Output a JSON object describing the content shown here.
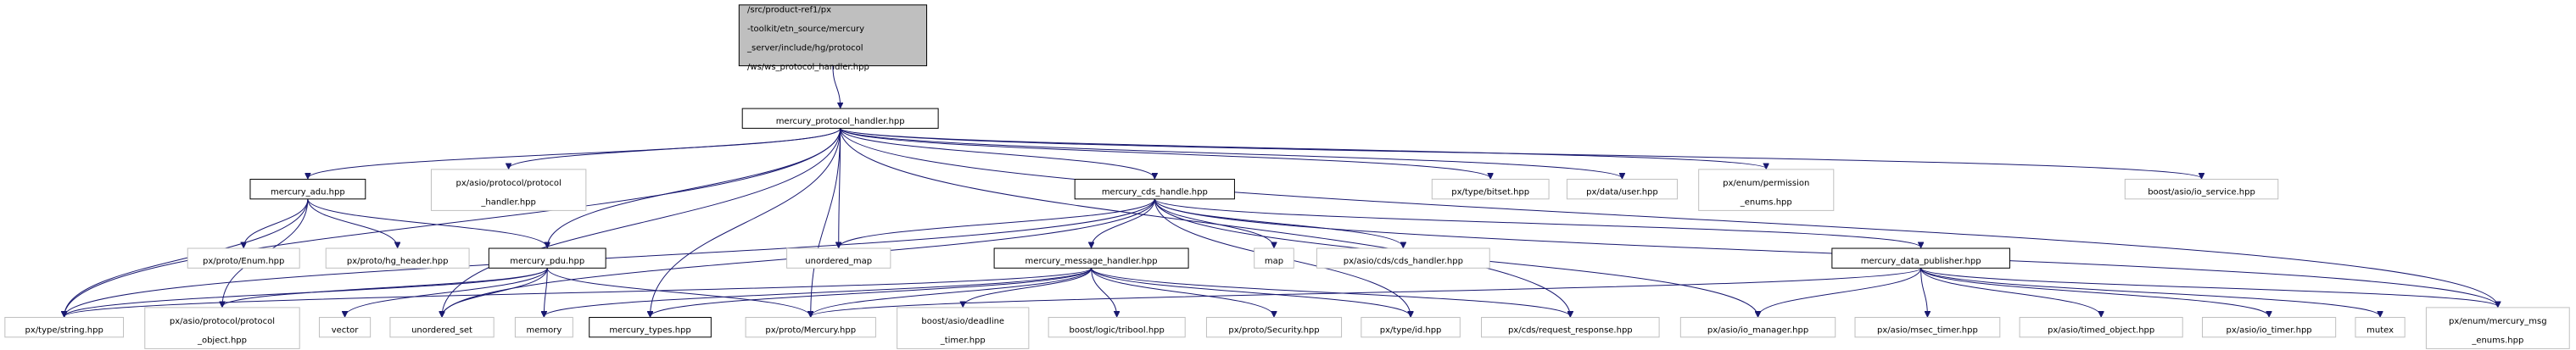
{
  "colors": {
    "edge": "#191970",
    "root_fill": "#bfbfbf",
    "root_stroke": "#000000",
    "documented_stroke": "#000000",
    "external_stroke": "#bfbfbf",
    "text": "#000000"
  },
  "nodes": [
    {
      "id": "root",
      "kind": "root",
      "lines": [
        "/src/product-ref1/px",
        "-toolkit/etn_source/mercury",
        "_server/include/hg/protocol",
        "/ws/ws_protocol_handler.hpp"
      ]
    },
    {
      "id": "mph",
      "kind": "documented",
      "lines": [
        "mercury_protocol_handler.hpp"
      ]
    },
    {
      "id": "adu",
      "kind": "documented",
      "lines": [
        "mercury_adu.hpp"
      ]
    },
    {
      "id": "asio_protocol_handler",
      "kind": "external",
      "lines": [
        "px/asio/protocol/protocol",
        "_handler.hpp"
      ]
    },
    {
      "id": "cds_handle",
      "kind": "documented",
      "lines": [
        "mercury_cds_handle.hpp"
      ]
    },
    {
      "id": "bitset",
      "kind": "external",
      "lines": [
        "px/type/bitset.hpp"
      ]
    },
    {
      "id": "user",
      "kind": "external",
      "lines": [
        "px/data/user.hpp"
      ]
    },
    {
      "id": "perm_enums",
      "kind": "external",
      "lines": [
        "px/enum/permission",
        "_enums.hpp"
      ]
    },
    {
      "id": "io_service",
      "kind": "external",
      "lines": [
        "boost/asio/io_service.hpp"
      ]
    },
    {
      "id": "proto_enum",
      "kind": "external",
      "lines": [
        "px/proto/Enum.hpp"
      ]
    },
    {
      "id": "hg_header",
      "kind": "external",
      "lines": [
        "px/proto/hg_header.hpp"
      ]
    },
    {
      "id": "pdu",
      "kind": "documented",
      "lines": [
        "mercury_pdu.hpp"
      ]
    },
    {
      "id": "unordered_map",
      "kind": "external",
      "lines": [
        "unordered_map"
      ]
    },
    {
      "id": "map",
      "kind": "external",
      "lines": [
        "map"
      ]
    },
    {
      "id": "cds_handler",
      "kind": "external",
      "lines": [
        "px/asio/cds/cds_handler.hpp"
      ]
    },
    {
      "id": "msg_handler",
      "kind": "documented",
      "lines": [
        "mercury_message_handler.hpp"
      ]
    },
    {
      "id": "data_publisher",
      "kind": "documented",
      "lines": [
        "mercury_data_publisher.hpp"
      ]
    },
    {
      "id": "string",
      "kind": "external",
      "lines": [
        "px/type/string.hpp"
      ]
    },
    {
      "id": "protocol_object",
      "kind": "external",
      "lines": [
        "px/asio/protocol/protocol",
        "_object.hpp"
      ]
    },
    {
      "id": "vector",
      "kind": "external",
      "lines": [
        "vector"
      ]
    },
    {
      "id": "unordered_set",
      "kind": "external",
      "lines": [
        "unordered_set"
      ]
    },
    {
      "id": "memory",
      "kind": "external",
      "lines": [
        "memory"
      ]
    },
    {
      "id": "types",
      "kind": "documented",
      "lines": [
        "mercury_types.hpp"
      ]
    },
    {
      "id": "mercury",
      "kind": "external",
      "lines": [
        "px/proto/Mercury.hpp"
      ]
    },
    {
      "id": "deadline_timer",
      "kind": "external",
      "lines": [
        "boost/asio/deadline",
        "_timer.hpp"
      ]
    },
    {
      "id": "tribool",
      "kind": "external",
      "lines": [
        "boost/logic/tribool.hpp"
      ]
    },
    {
      "id": "security",
      "kind": "external",
      "lines": [
        "px/proto/Security.hpp"
      ]
    },
    {
      "id": "type_id",
      "kind": "external",
      "lines": [
        "px/type/id.hpp"
      ]
    },
    {
      "id": "request_response",
      "kind": "external",
      "lines": [
        "px/cds/request_response.hpp"
      ]
    },
    {
      "id": "io_manager",
      "kind": "external",
      "lines": [
        "px/asio/io_manager.hpp"
      ]
    },
    {
      "id": "msec_timer",
      "kind": "external",
      "lines": [
        "px/asio/msec_timer.hpp"
      ]
    },
    {
      "id": "timed_object",
      "kind": "external",
      "lines": [
        "px/asio/timed_object.hpp"
      ]
    },
    {
      "id": "io_timer",
      "kind": "external",
      "lines": [
        "px/asio/io_timer.hpp"
      ]
    },
    {
      "id": "mutex",
      "kind": "external",
      "lines": [
        "mutex"
      ]
    },
    {
      "id": "msg_enums",
      "kind": "external",
      "lines": [
        "px/enum/mercury_msg",
        "_enums.hpp"
      ]
    }
  ],
  "edges": [
    [
      "root",
      "mph"
    ],
    [
      "mph",
      "adu"
    ],
    [
      "mph",
      "asio_protocol_handler"
    ],
    [
      "mph",
      "cds_handle"
    ],
    [
      "mph",
      "bitset"
    ],
    [
      "mph",
      "user"
    ],
    [
      "mph",
      "perm_enums"
    ],
    [
      "mph",
      "io_service"
    ],
    [
      "mph",
      "pdu"
    ],
    [
      "mph",
      "unordered_map"
    ],
    [
      "mph",
      "string"
    ],
    [
      "mph",
      "unordered_set"
    ],
    [
      "mph",
      "types"
    ],
    [
      "mph",
      "mercury"
    ],
    [
      "mph",
      "request_response"
    ],
    [
      "mph",
      "msg_enums"
    ],
    [
      "adu",
      "proto_enum"
    ],
    [
      "adu",
      "hg_header"
    ],
    [
      "adu",
      "pdu"
    ],
    [
      "adu",
      "string"
    ],
    [
      "adu",
      "protocol_object"
    ],
    [
      "cds_handle",
      "unordered_map"
    ],
    [
      "cds_handle",
      "map"
    ],
    [
      "cds_handle",
      "cds_handler"
    ],
    [
      "cds_handle",
      "msg_handler"
    ],
    [
      "cds_handle",
      "data_publisher"
    ],
    [
      "cds_handle",
      "string"
    ],
    [
      "cds_handle",
      "unordered_set"
    ],
    [
      "cds_handle",
      "type_id"
    ],
    [
      "cds_handle",
      "io_manager"
    ],
    [
      "cds_handle",
      "msg_enums"
    ],
    [
      "pdu",
      "string"
    ],
    [
      "pdu",
      "protocol_object"
    ],
    [
      "pdu",
      "vector"
    ],
    [
      "pdu",
      "unordered_set"
    ],
    [
      "pdu",
      "memory"
    ],
    [
      "pdu",
      "mercury"
    ],
    [
      "msg_handler",
      "string"
    ],
    [
      "msg_handler",
      "memory"
    ],
    [
      "msg_handler",
      "types"
    ],
    [
      "msg_handler",
      "mercury"
    ],
    [
      "msg_handler",
      "deadline_timer"
    ],
    [
      "msg_handler",
      "tribool"
    ],
    [
      "msg_handler",
      "security"
    ],
    [
      "msg_handler",
      "type_id"
    ],
    [
      "msg_handler",
      "request_response"
    ],
    [
      "data_publisher",
      "mercury"
    ],
    [
      "data_publisher",
      "io_manager"
    ],
    [
      "data_publisher",
      "msec_timer"
    ],
    [
      "data_publisher",
      "timed_object"
    ],
    [
      "data_publisher",
      "io_timer"
    ],
    [
      "data_publisher",
      "mutex"
    ],
    [
      "data_publisher",
      "msg_enums"
    ]
  ]
}
